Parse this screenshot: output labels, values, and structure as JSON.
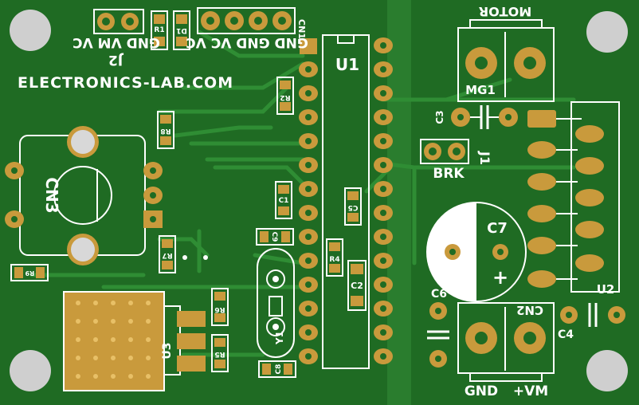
{
  "site": "ELECTRONICS-LAB.COM",
  "colors": {
    "board": "#1f6b23",
    "trace": "#2e8a33",
    "copper": "#c99a3c",
    "silk": "#ffffff",
    "hole": "#d8d8d8"
  },
  "icons": [
    "pcb-board-icon"
  ],
  "labels": {
    "j2_pins": "GND VM VC",
    "j2": "J2",
    "cn1_pins": "GND GND VC VC",
    "cn1": "CN1",
    "u1": "U1",
    "motor": "MOTOR",
    "mg1": "MG1",
    "c3": "C3",
    "j1": "J1",
    "brk": "BRK",
    "cn3": "CN3",
    "r1": "R1",
    "d1": "D1",
    "r2": "R2",
    "r8": "R8",
    "r7": "R7",
    "r9": "R9",
    "r6": "R6",
    "r5": "R5",
    "r4": "R4",
    "c1": "C1",
    "c5": "C5",
    "c2": "C2",
    "c8": "C8",
    "c9": "C9",
    "y1": "Y1",
    "u3": "U3",
    "c7": "C7",
    "c7_plus": "+",
    "c6": "C6",
    "cn2": "CN2",
    "c4": "C4",
    "u2": "U2",
    "gnd": "GND",
    "vm": "+VM"
  }
}
